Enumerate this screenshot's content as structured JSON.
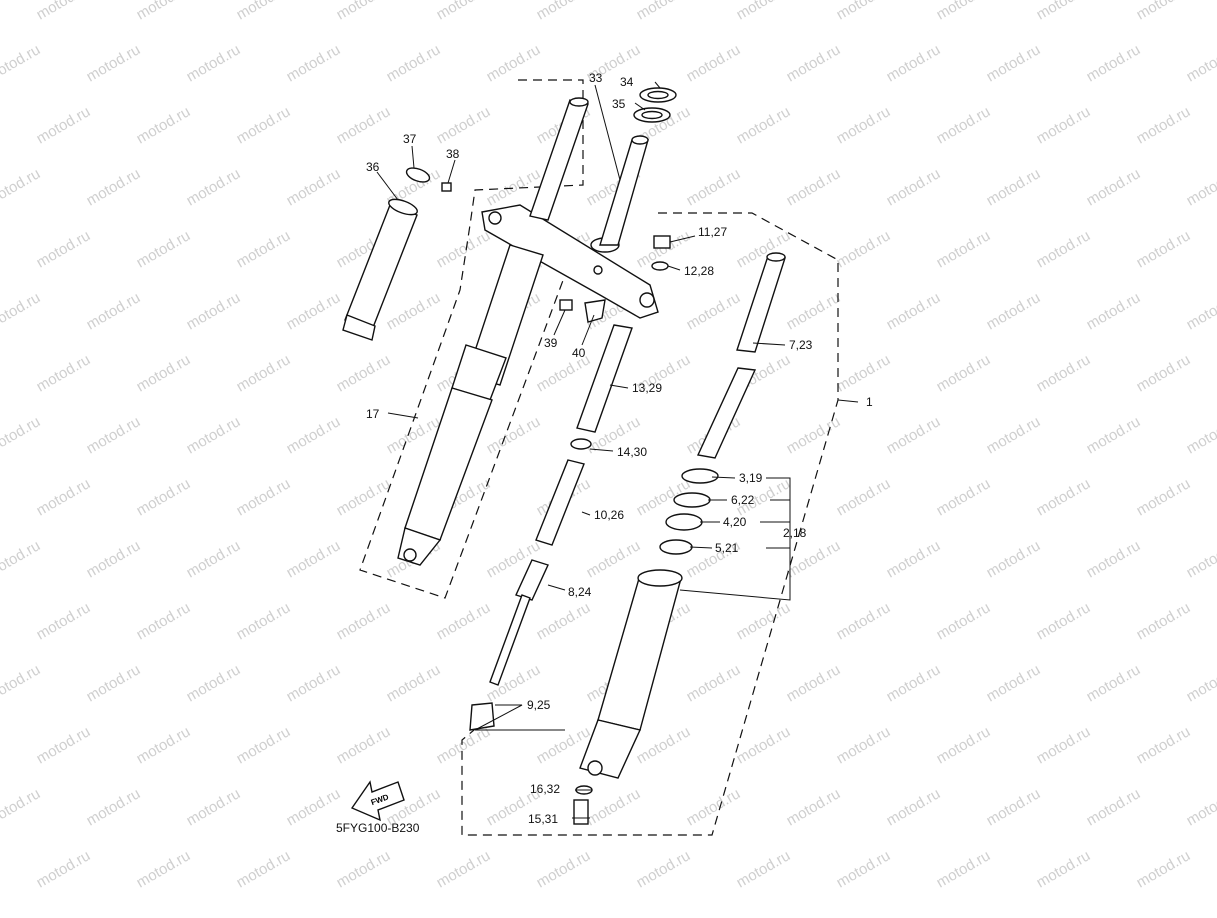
{
  "watermark": "motod.ru",
  "code": "5FYG100-B230",
  "fwd": "FWD",
  "labels": {
    "l1": "1",
    "l2_18": "2,18",
    "l3_19": "3,19",
    "l4_20": "4,20",
    "l5_21": "5,21",
    "l6_22": "6,22",
    "l7_23": "7,23",
    "l8_24": "8,24",
    "l9_25": "9,25",
    "l10_26": "10,26",
    "l11_27": "11,27",
    "l12_28": "12,28",
    "l13_29": "13,29",
    "l14_30": "14,30",
    "l15_31": "15,31",
    "l16_32": "16,32",
    "l17": "17",
    "l33": "33",
    "l34": "34",
    "l35": "35",
    "l36": "36",
    "l37": "37",
    "l38": "38",
    "l39": "39",
    "l40": "40"
  }
}
